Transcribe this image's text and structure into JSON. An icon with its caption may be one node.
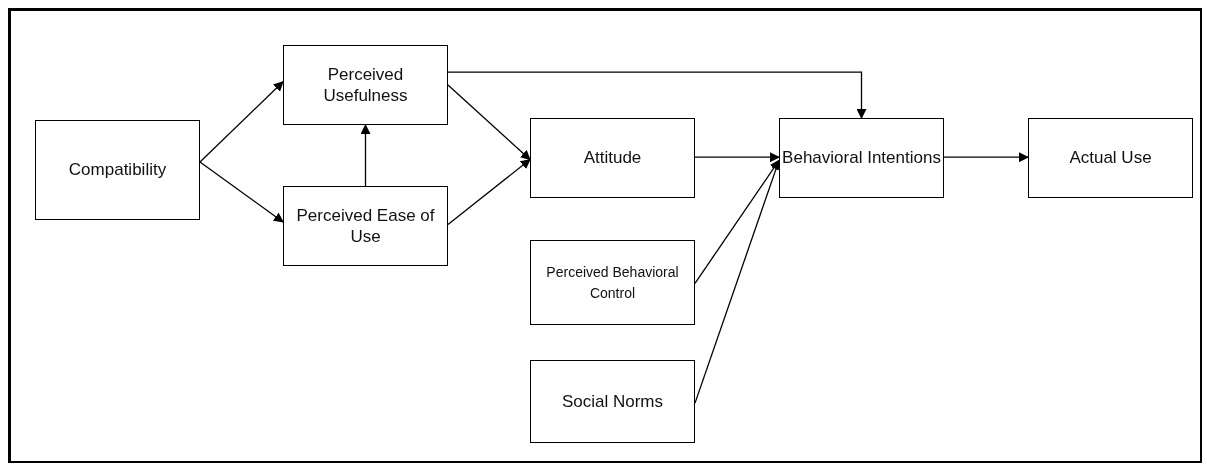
{
  "diagram": {
    "nodes": [
      {
        "text": [
          "Compatibility"
        ]
      },
      {
        "text": [
          "Perceived Usefulness"
        ]
      },
      {
        "text": [
          "Perceived Ease of Use"
        ]
      },
      {
        "text": [
          "Attitude"
        ]
      },
      {
        "text": [
          "Behavioral Intentions"
        ]
      },
      {
        "text": [
          "Actual Use"
        ]
      },
      {
        "text": [
          "Perceived Behavioral Control"
        ]
      },
      {
        "text": [
          "Social Norms"
        ]
      }
    ],
    "edges": [
      {
        "from": 0,
        "to": 1,
        "arrow": "to"
      },
      {
        "from": 0,
        "to": 2,
        "arrow": "to"
      },
      {
        "from": 2,
        "to": 1,
        "arrow": "to"
      },
      {
        "from": 1,
        "to": 3,
        "arrow": "to"
      },
      {
        "from": 2,
        "to": 3,
        "arrow": "to"
      },
      {
        "from": 1,
        "to": 4,
        "arrow": "to"
      },
      {
        "from": 3,
        "to": 4,
        "arrow": "to"
      },
      {
        "from": 6,
        "to": 4,
        "arrow": "to"
      },
      {
        "from": 7,
        "to": 4,
        "arrow": "to"
      },
      {
        "from": 4,
        "to": 5,
        "arrow": "to"
      }
    ]
  }
}
